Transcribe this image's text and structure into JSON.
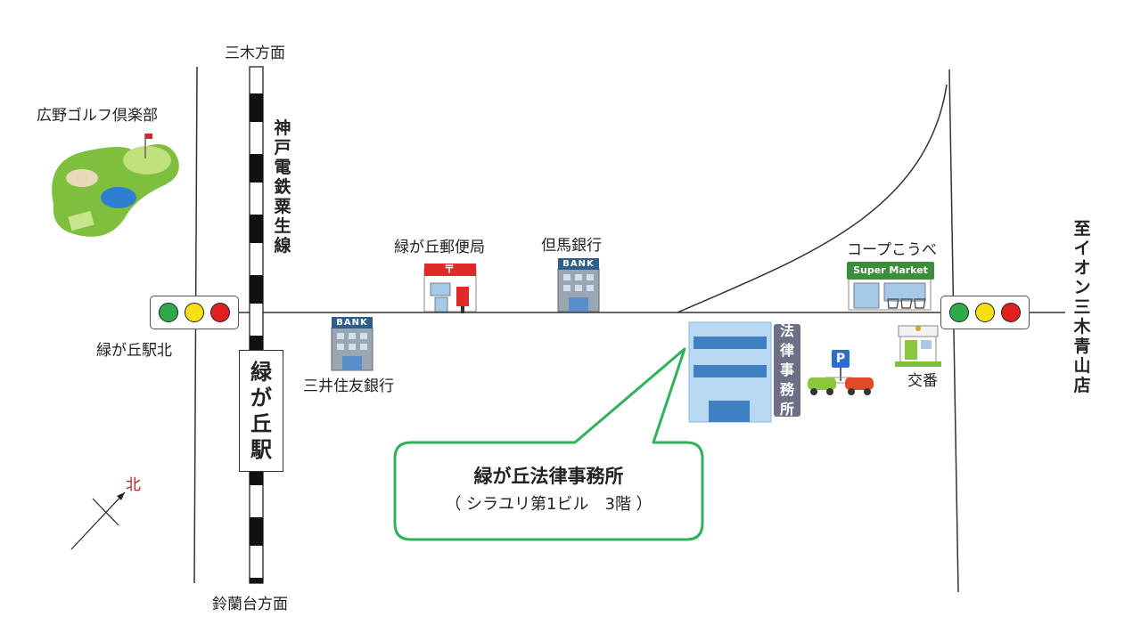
{
  "labels": {
    "miki_direction": "三木方面",
    "suzurandai_direction": "鈴蘭台方面",
    "golf_club": "広野ゴルフ倶楽部",
    "railway_line": "神戸電鉄粟生線",
    "station": "緑が丘駅",
    "station_north": "緑が丘駅北",
    "post_office": "緑が丘郵便局",
    "tajima_bank": "但馬銀行",
    "smbc_bank": "三井住友銀行",
    "co_op": "コープこうべ",
    "police_box": "交番",
    "aeon": "至イオン三木青山店",
    "compass_north": "北"
  },
  "callout": {
    "title": "緑が丘法律事務所",
    "subtitle": "（ シラユリ第1ビル　3階 ）"
  },
  "signs": {
    "bank": "BANK",
    "super_market": "Super Market",
    "law_office": "法律事務所",
    "parking": "P",
    "post_mark": "〒"
  },
  "colors": {
    "callout_border": "#2fb25b",
    "signal_green": "#2eaa4a",
    "signal_yellow": "#f4e014",
    "signal_red": "#e02020",
    "building_blue": "#b9d8f2",
    "golf_green": "#8dc63f"
  }
}
